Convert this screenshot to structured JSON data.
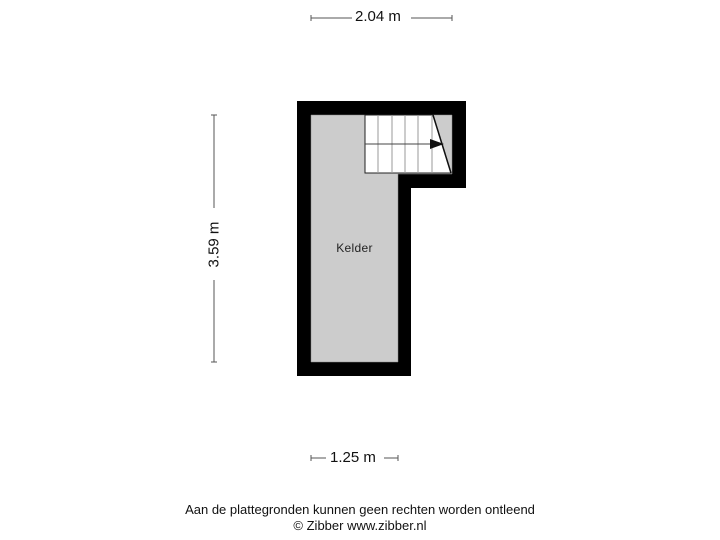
{
  "dimensions": {
    "top_width": "2.04 m",
    "left_height": "3.59 m",
    "bottom_width": "1.25 m"
  },
  "rooms": [
    {
      "label": "Kelder"
    }
  ],
  "colors": {
    "wall": "#000000",
    "floor": "#cccccc",
    "stairs": "#ffffff",
    "dimension_line": "#555555"
  },
  "footer": {
    "disclaimer": "Aan de plattegronden kunnen geen rechten worden ontleend",
    "copyright": "© Zibber www.zibber.nl"
  }
}
